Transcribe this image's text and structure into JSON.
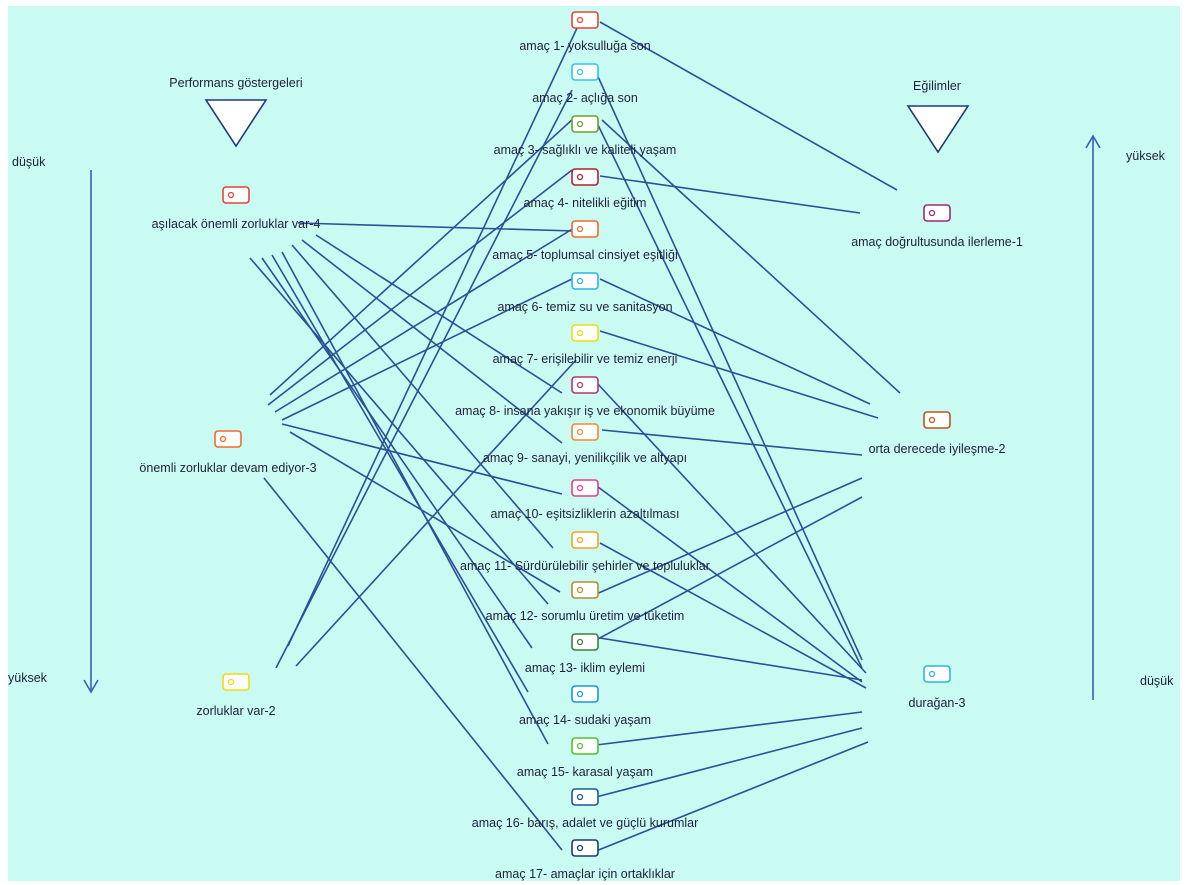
{
  "headers": {
    "left": "Performans göstergeleri",
    "right": "Eğilimler"
  },
  "left_axis": {
    "top": "düşük",
    "bottom": "yüksek"
  },
  "right_axis": {
    "top": "yüksek",
    "bottom": "düşük"
  },
  "goals": [
    {
      "label": "amaç 1- yoksulluğa son",
      "color": "#e8423a"
    },
    {
      "label": "amaç 2- açlığa son",
      "color": "#2ec9e6"
    },
    {
      "label": "amaç 3- sağlıklı ve kaliteli yaşam",
      "color": "#6aa12c"
    },
    {
      "label": "amaç 4- nitelikli eğitim",
      "color": "#b0232a"
    },
    {
      "label": "amaç 5- toplumsal cinsiyet eşitliği",
      "color": "#f06a2a"
    },
    {
      "label": "amaç 6- temiz su ve sanitasyon",
      "color": "#28b8dc"
    },
    {
      "label": "amaç 7- erişilebilir ve temiz enerji",
      "color": "#f4d90e"
    },
    {
      "label": "amaç 8- insana yakışır iş ve ekonomik büyüme",
      "color": "#b8346a"
    },
    {
      "label": "amaç 9- sanayi, yenilikçilik ve altyapı",
      "color": "#f3892c"
    },
    {
      "label": "amaç 10- eşitsizliklerin azaltılması",
      "color": "#e23d8a"
    },
    {
      "label": "amaç 11- Sürdürülebilir şehirler ve topluluklar",
      "color": "#f5a31b"
    },
    {
      "label": "amaç 12- sorumlu üretim ve tüketim",
      "color": "#b98a2e"
    },
    {
      "label": "amaç 13- iklim eylemi",
      "color": "#3f7e44"
    },
    {
      "label": "amaç 14- sudaki yaşam",
      "color": "#1d97d8"
    },
    {
      "label": "amaç 15- karasal yaşam",
      "color": "#56c02b"
    },
    {
      "label": "amaç 16- barış, adalet ve güçlü kurumlar",
      "color": "#1a5895"
    },
    {
      "label": "amaç 17- amaçlar için ortaklıklar",
      "color": "#1b3a6b"
    }
  ],
  "left_nodes": [
    {
      "label": "aşılacak önemli zorluklar var-4",
      "color": "#e8423a"
    },
    {
      "label": "önemli zorluklar devam ediyor-3",
      "color": "#f06a2a"
    },
    {
      "label": "zorluklar var-2",
      "color": "#f4d90e"
    }
  ],
  "right_nodes": [
    {
      "label": "amaç doğrultusunda ilerleme-1",
      "color": "#a0287a"
    },
    {
      "label": "orta derecede iyileşme-2",
      "color": "#c0521e"
    },
    {
      "label": "durağan-3",
      "color": "#28b8dc"
    }
  ]
}
